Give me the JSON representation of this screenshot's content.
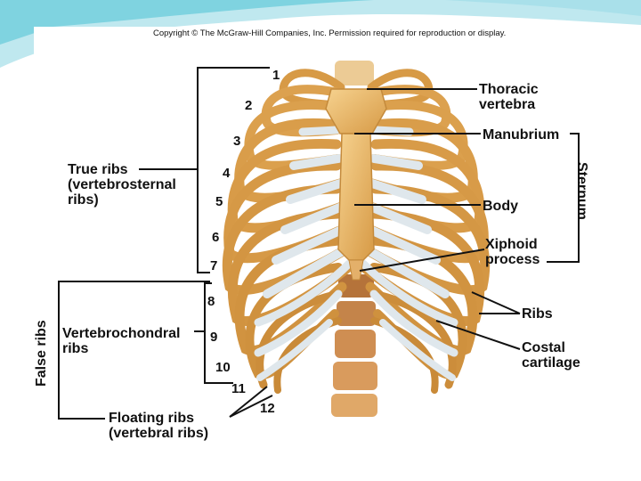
{
  "colors": {
    "accent_teal": "#7fd3e0",
    "bone": "#e9b96a",
    "bone_dark": "#c48a3c",
    "cartilage": "#dce5ea",
    "line": "#111111"
  },
  "copyright": "Copyright © The McGraw-Hill Companies, Inc. Permission required for reproduction or display.",
  "labels": {
    "thoracic_vertebra": "Thoracic\nvertebra",
    "manubrium": "Manubrium",
    "body": "Body",
    "xiphoid_process": "Xiphoid\nprocess",
    "sternum": "Sternum",
    "ribs": "Ribs",
    "costal_cartilage": "Costal\ncartilage",
    "true_ribs": "True ribs\n(vertebrosternal\nribs)",
    "false_ribs": "False ribs",
    "vertebrochondral_ribs": "Vertebrochondral\nribs",
    "floating_ribs": "Floating ribs\n(vertebral ribs)"
  },
  "rib_numbers": [
    "1",
    "2",
    "3",
    "4",
    "5",
    "6",
    "7",
    "8",
    "9",
    "10",
    "11",
    "12"
  ]
}
